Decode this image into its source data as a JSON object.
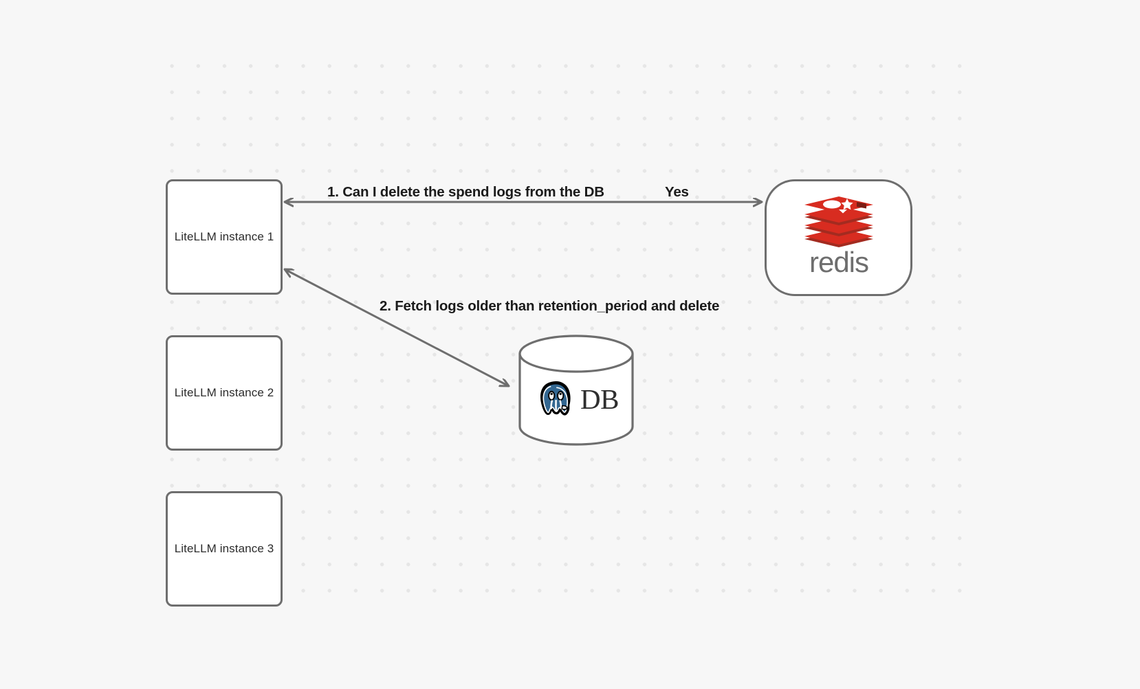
{
  "canvas": {
    "background_color": "#f7f7f7",
    "grid_dot_color": "#e6e6e6",
    "stroke_color": "#6e6e6e"
  },
  "nodes": {
    "litellm_1": {
      "label": "LiteLLM instance 1"
    },
    "litellm_2": {
      "label": "LiteLLM instance 2"
    },
    "litellm_3": {
      "label": "LiteLLM instance 3"
    },
    "redis": {
      "wordmark": "redis",
      "logo_icon": "redis-stack-logo",
      "logo_color": "#d82c20",
      "wordmark_color": "#6e6e6e"
    },
    "database": {
      "label": "DB",
      "logo_icon": "postgresql-elephant-logo",
      "logo_color": "#336791"
    }
  },
  "edges": {
    "step_1": {
      "label": "1.  Can I delete the spend logs from the DB",
      "answer_label": "Yes",
      "from": "litellm_1",
      "to": "redis",
      "direction": "bidirectional"
    },
    "step_2": {
      "label": "2.  Fetch logs older than retention_period and delete",
      "from": "litellm_1",
      "to": "database",
      "direction": "bidirectional"
    }
  }
}
